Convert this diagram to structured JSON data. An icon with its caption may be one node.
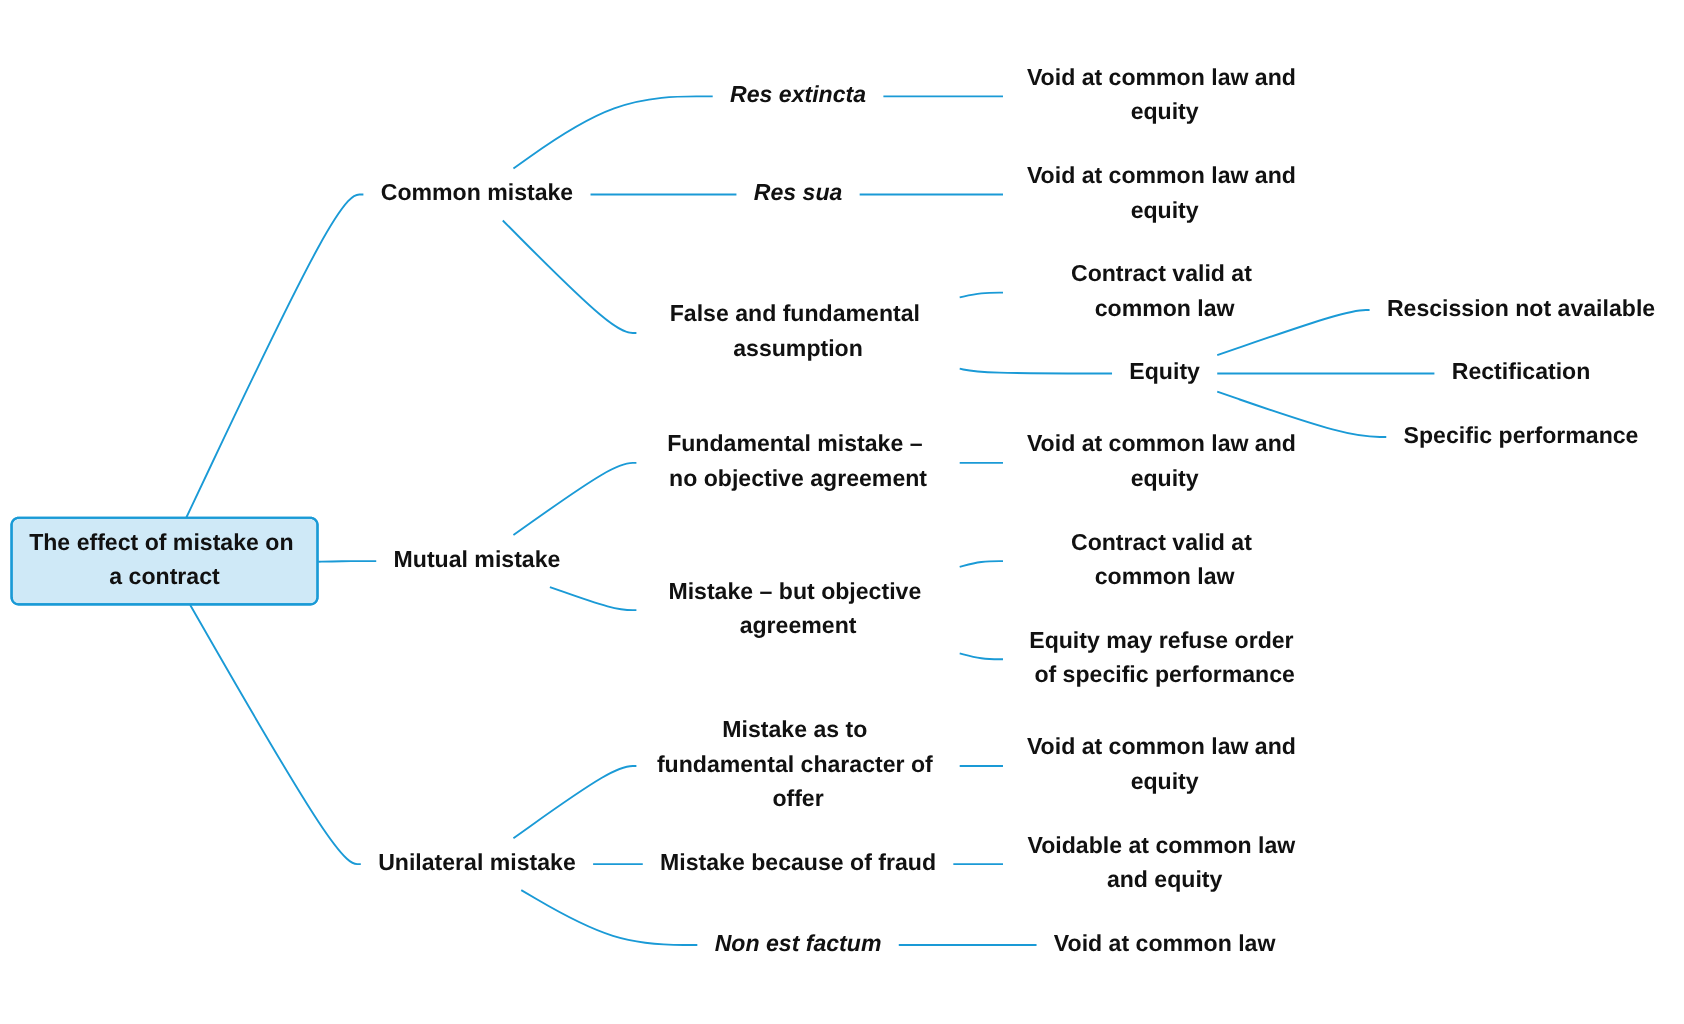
{
  "diagram": {
    "nodes": [
      {
        "text": [
          "The effect of mistake on a contract"
        ]
      },
      {
        "text": [
          "Common mistake"
        ]
      },
      {
        "text": [
          "Res extincta"
        ]
      },
      {
        "text": [
          "Void at common law and equity"
        ]
      },
      {
        "text": [
          "Res sua"
        ]
      },
      {
        "text": [
          "Void at common law and equity"
        ]
      },
      {
        "text": [
          "False and fundamental assumption"
        ]
      },
      {
        "text": [
          "Contract valid at common law"
        ]
      },
      {
        "text": [
          "Equity"
        ]
      },
      {
        "text": [
          "Rescission **not** available"
        ]
      },
      {
        "text": [
          "Rectification"
        ]
      },
      {
        "text": [
          "Specific performance"
        ]
      },
      {
        "text": [
          "Mutual mistake"
        ]
      },
      {
        "text": [
          "Fundamental mistake – no objective agreement"
        ]
      },
      {
        "text": [
          "Void at common law and equity"
        ]
      },
      {
        "text": [
          "Mistake – but objective agreement"
        ]
      },
      {
        "text": [
          "Contract valid at common law"
        ]
      },
      {
        "text": [
          "Equity may refuse order of specific performance"
        ]
      },
      {
        "text": [
          "Unilateral mistake"
        ]
      },
      {
        "text": [
          "Mistake as to fundamental character of offer"
        ]
      },
      {
        "text": [
          "Void at common law and equity"
        ]
      },
      {
        "text": [
          "Mistake because of fraud"
        ]
      },
      {
        "text": [
          "Voidable at common law and equity"
        ]
      },
      {
        "text": [
          "Non est factum"
        ]
      },
      {
        "text": [
          "Void at common law"
        ]
      }
    ],
    "edges": [
      {
        "from": 0,
        "to": 1,
        "arrow": "none"
      },
      {
        "from": 1,
        "to": 2,
        "arrow": "none"
      },
      {
        "from": 2,
        "to": 3,
        "arrow": "none"
      },
      {
        "from": 1,
        "to": 4,
        "arrow": "none"
      },
      {
        "from": 4,
        "to": 5,
        "arrow": "none"
      },
      {
        "from": 1,
        "to": 6,
        "arrow": "none"
      },
      {
        "from": 6,
        "to": 7,
        "arrow": "none"
      },
      {
        "from": 6,
        "to": 8,
        "arrow": "none"
      },
      {
        "from": 8,
        "to": 9,
        "arrow": "none"
      },
      {
        "from": 8,
        "to": 10,
        "arrow": "none"
      },
      {
        "from": 8,
        "to": 11,
        "arrow": "none"
      },
      {
        "from": 0,
        "to": 12,
        "arrow": "none"
      },
      {
        "from": 12,
        "to": 13,
        "arrow": "none"
      },
      {
        "from": 13,
        "to": 14,
        "arrow": "none"
      },
      {
        "from": 12,
        "to": 15,
        "arrow": "none"
      },
      {
        "from": 15,
        "to": 16,
        "arrow": "none"
      },
      {
        "from": 15,
        "to": 17,
        "arrow": "none"
      },
      {
        "from": 0,
        "to": 18,
        "arrow": "none"
      },
      {
        "from": 18,
        "to": 19,
        "arrow": "none"
      },
      {
        "from": 19,
        "to": 20,
        "arrow": "none"
      },
      {
        "from": 18,
        "to": 21,
        "arrow": "none"
      },
      {
        "from": 21,
        "to": 22,
        "arrow": "none"
      },
      {
        "from": 18,
        "to": 23,
        "arrow": "none"
      },
      {
        "from": 23,
        "to": 24,
        "arrow": "none"
      }
    ]
  }
}
